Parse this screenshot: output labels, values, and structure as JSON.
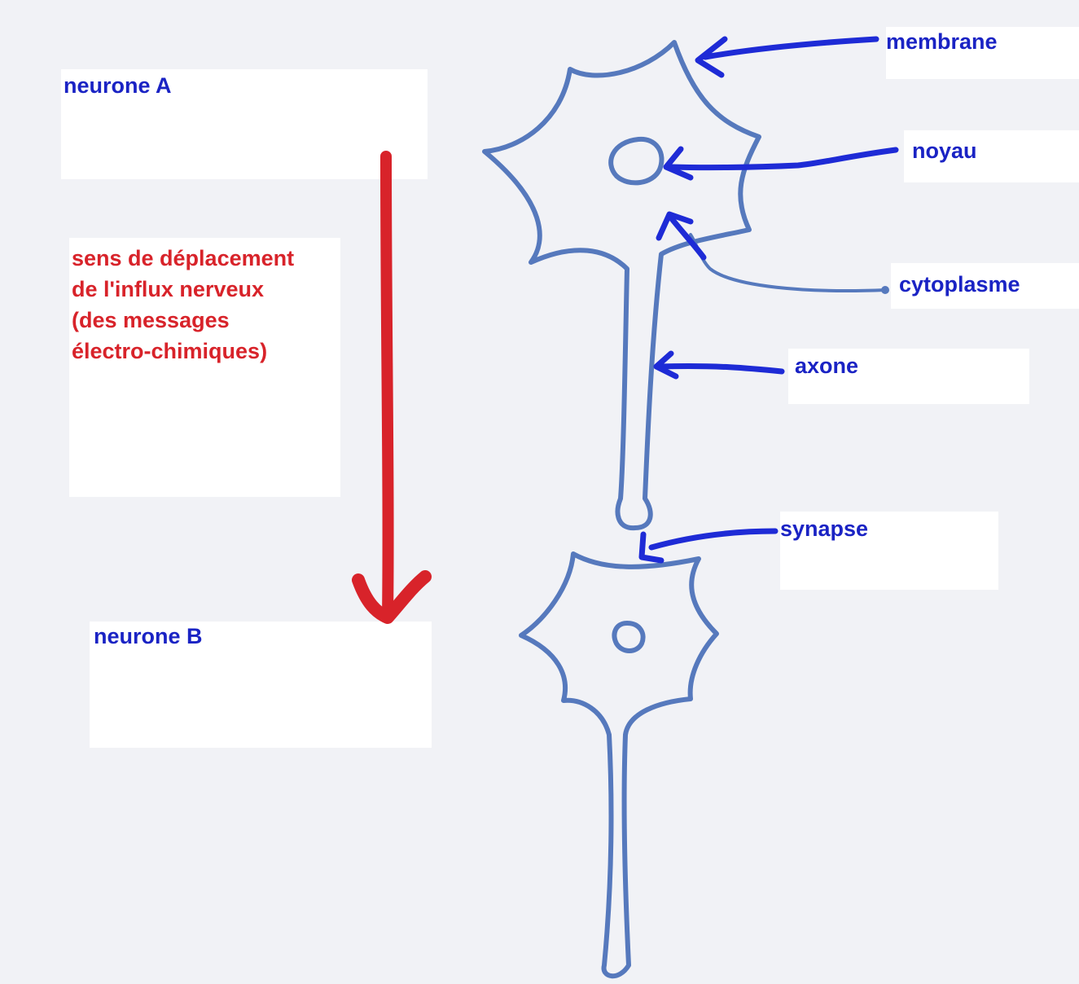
{
  "labels": {
    "neurone_a": "neurone A",
    "neurone_b": "neurone B",
    "membrane": "membrane",
    "noyau": "noyau",
    "cytoplasme": "cytoplasme",
    "axone": "axone",
    "synapse": "synapse"
  },
  "direction_text": [
    "sens de déplacement",
    "de l'influx nerveux",
    "(des messages",
    "électro-chimiques)"
  ],
  "colors": {
    "background": "#f1f2f6",
    "label_blue": "#1a23c4",
    "pointer_blue": "#1e2bd6",
    "neuron_outline": "#5679bd",
    "direction_red": "#d8232a"
  }
}
